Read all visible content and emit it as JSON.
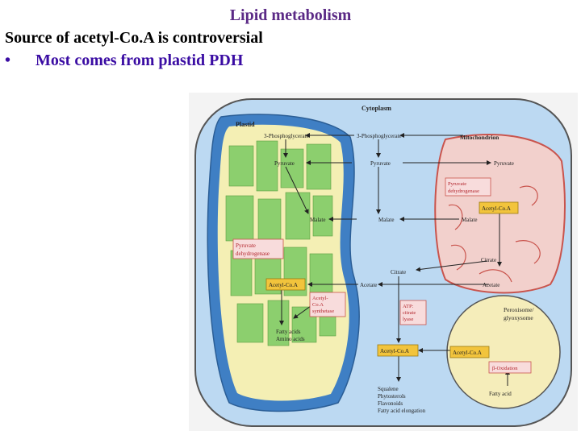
{
  "slide": {
    "title": "Lipid metabolism",
    "line1": "Source of acetyl-Co.A is controversial",
    "bullet_symbol": "•",
    "bullet1": "Most comes from plastid PDH"
  },
  "diagram": {
    "cytoplasm": "Cytoplasm",
    "plastid": "Plastid",
    "mitochondrion": "Mitochondrion",
    "peroxisome": "Peroxisome/",
    "glyoxysome": "glyoxysome",
    "pga_plastid": "3-Phosphoglycerate",
    "pga_cyto": "3-Phosphoglycerate",
    "pyr_plastid": "Pyruvate",
    "pyr_cyto": "Pyruvate",
    "pyr_mito": "Pyruvate",
    "pdh_mito_1": "Pyruvate",
    "pdh_mito_2": "dehydrogenase",
    "acoa_mito": "Acetyl-Co.A",
    "malate_plastid": "Malate",
    "malate_cyto": "Malate",
    "malate_mito": "Malate",
    "pdh_plastid_1": "Pyruvate",
    "pdh_plastid_2": "dehydrogenase",
    "citrate_mito": "Citrate",
    "citrate_cyto": "Citrate",
    "acetate_plastid": "Acetate",
    "acetate_mito": "Acetate",
    "acoa_plastid": "Acetyl-Co.A",
    "acs_1": "Acetyl-",
    "acs_2": "Co.A",
    "acs_3": "synthetase",
    "acl_1": "ATP:",
    "acl_2": "citrate",
    "acl_3": "lyase",
    "fatty_amino_1": "Fatty acids",
    "fatty_amino_2": "Amino acids",
    "acoa_cyto": "Acetyl-Co.A",
    "acoa_perox": "Acetyl-Co.A",
    "beta_ox": "β-Oxidation",
    "fatty_acid": "Fatty acid",
    "products_1": "Squalene",
    "products_2": "Phytosterols",
    "products_3": "Flavonoids",
    "products_4": "Fatty acid elongation"
  },
  "colors": {
    "title": "#5b2a86",
    "bullet": "#3a0ca3",
    "cytoplasm": "#bcd9f2",
    "plastid_fill": "#f4efb4",
    "plastid_membrane": "#3f7fc4",
    "thylakoid": "#8ccf6e",
    "mito_fill": "#f2d0cc",
    "mito_border": "#c9544d",
    "perox_fill": "#f5edba",
    "acoa_box": "#f2c43c",
    "enzyme_box": "#f8dcdc",
    "enzyme_text": "#b3262d"
  }
}
